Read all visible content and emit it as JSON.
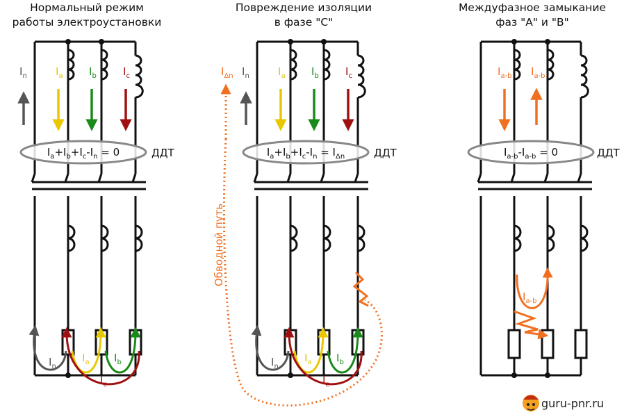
{
  "panels": [
    {
      "title_line1": "Нормальный режим",
      "title_line2": "работы электроустановки",
      "equation": "Ia+Ib+Ic-In = 0",
      "rcd_label": "ДДТ",
      "labels": {
        "in": "In",
        "ia": "Ia",
        "ib": "Ib",
        "ic": "Ic",
        "loop_in": "In",
        "loop_ia": "Ia",
        "loop_ib": "Ib",
        "loop_ic": "Ic"
      }
    },
    {
      "title_line1": "Повреждение изоляции",
      "title_line2": "в фазе \"С\"",
      "equation": "Ia+Ib+Ic-In = IΔn",
      "rcd_label": "ДДТ",
      "bypass_label": "Обводной путь",
      "labels": {
        "idn": "IΔn",
        "in": "In",
        "ia": "Ia",
        "ib": "Ib",
        "ic": "Ic",
        "loop_in": "In",
        "loop_ia": "Ia",
        "loop_ib": "Ib",
        "loop_ic": "Ic"
      }
    },
    {
      "title_line1": "Междуфазное замыкание",
      "title_line2": "фаз \"А\" и \"В\"",
      "equation": "Ia-b-Ia-b = 0",
      "rcd_label": "ДДТ",
      "labels": {
        "iab1": "Ia-b",
        "iab2": "Ia-b",
        "loop_iab": "Ia-b"
      }
    }
  ],
  "watermark": "guru-pnr.ru",
  "colors": {
    "neutral": "#555555",
    "phase_a": "#e8c800",
    "phase_b": "#1a8a1a",
    "phase_c": "#a01010",
    "fault": "#f07020",
    "wire": "#111111",
    "rcd_ring": "#888888"
  },
  "icons": [
    "fault-lightning-icon",
    "rcd-toroid-icon",
    "coil-icon",
    "load-resistor-icon",
    "watermark-logo-icon"
  ]
}
